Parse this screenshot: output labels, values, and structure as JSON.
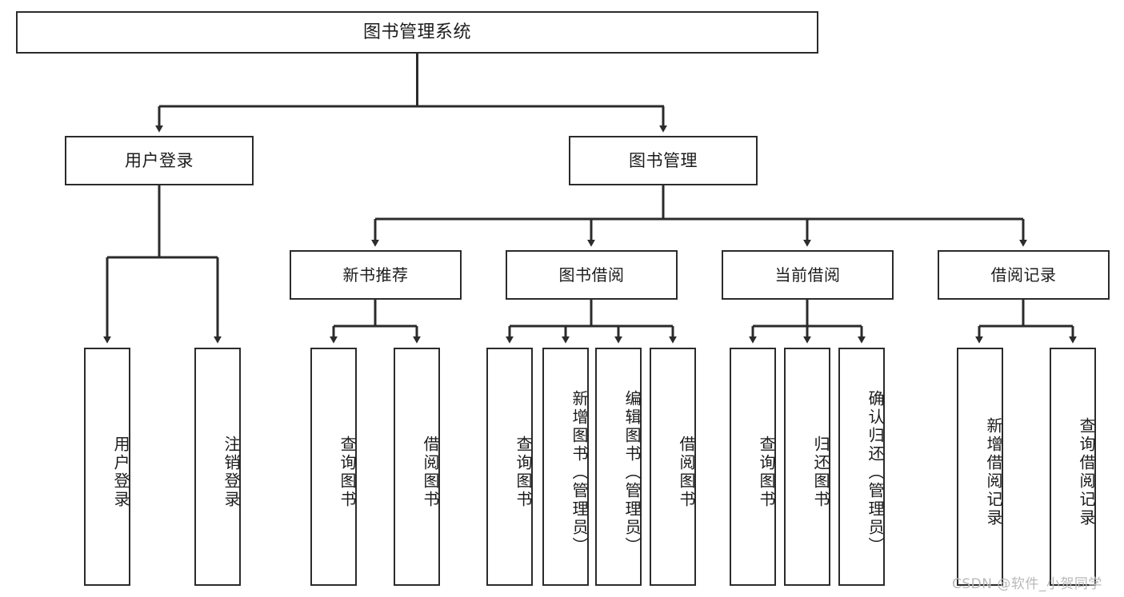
{
  "diagram": {
    "title": "图书管理系统",
    "root": {
      "label": "图书管理系统"
    },
    "level1": [
      {
        "label": "用户登录"
      },
      {
        "label": "图书管理"
      }
    ],
    "level2": [
      {
        "label": "新书推荐"
      },
      {
        "label": "图书借阅"
      },
      {
        "label": "当前借阅"
      },
      {
        "label": "借阅记录"
      }
    ],
    "leaves": [
      {
        "label": "用户登录",
        "parent": "用户登录"
      },
      {
        "label": "注销登录",
        "parent": "用户登录"
      },
      {
        "label": "查询图书",
        "parent": "新书推荐"
      },
      {
        "label": "借阅图书",
        "parent": "新书推荐"
      },
      {
        "label": "查询图书",
        "parent": "图书借阅"
      },
      {
        "label": "新增图书（管理员）",
        "parent": "图书借阅"
      },
      {
        "label": "编辑图书（管理员）",
        "parent": "图书借阅"
      },
      {
        "label": "借阅图书",
        "parent": "图书借阅"
      },
      {
        "label": "查询图书",
        "parent": "当前借阅"
      },
      {
        "label": "归还图书",
        "parent": "当前借阅"
      },
      {
        "label": "确认归还（管理员）",
        "parent": "当前借阅"
      },
      {
        "label": "新增借阅记录",
        "parent": "借阅记录"
      },
      {
        "label": "查询借阅记录",
        "parent": "借阅记录"
      }
    ],
    "colors": {
      "box_border": "#2b2b2b",
      "box_fill": "#ffffff",
      "connector": "#2b2b2b",
      "text": "#1c1c1c",
      "watermark": "#b9b9b9",
      "background": "#ffffff"
    }
  },
  "watermark": {
    "text": "CSDN @软件_小贺同学"
  }
}
